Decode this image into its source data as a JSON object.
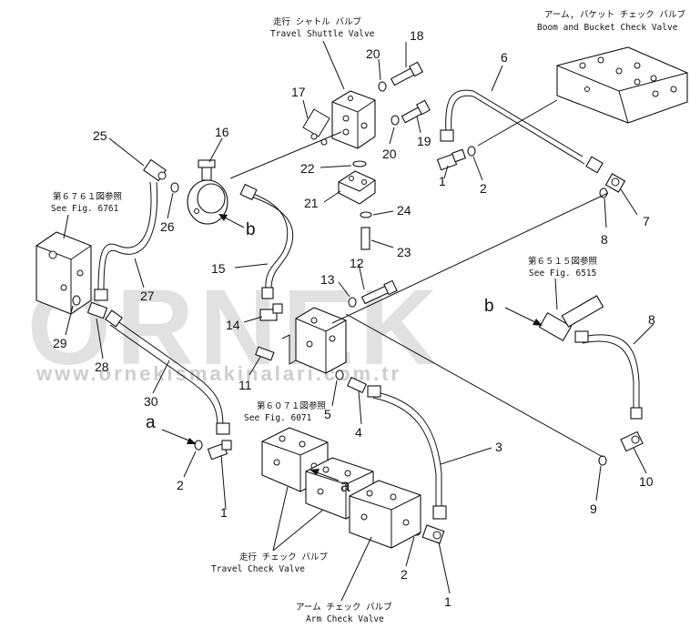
{
  "watermark": {
    "logo_text": "ORNEK",
    "url_text": "www.ornekismakinalari.com.tr"
  },
  "captions": {
    "travel_shuttle_jp": "走行 シャトル バルブ",
    "travel_shuttle_en": "Travel Shuttle Valve",
    "boom_bucket_jp": "アーム, バケット チェック バルブ",
    "boom_bucket_en": "Boom and Bucket Check Valve",
    "fig6761_jp": "第６７６１図参照",
    "fig6761_en": "See Fig. 6761",
    "fig6515_jp": "第６５１５図参照",
    "fig6515_en": "See Fig. 6515",
    "fig6071_jp": "第６０７１図参照",
    "fig6071_en": "See Fig. 6071",
    "travel_check_jp": "走行 チェック バルブ",
    "travel_check_en": "Travel Check Valve",
    "arm_check_jp": "アーム チェック バルブ",
    "arm_check_en": "Arm Check Valve"
  },
  "arrow_labels": {
    "b_top": "b",
    "b_right": "b",
    "a_left": "a",
    "a_center": "a"
  },
  "callouts": {
    "n1a": "1",
    "n1b": "1",
    "n1c": "1",
    "n2a": "2",
    "n2b": "2",
    "n2c": "2",
    "n3": "3",
    "n4": "4",
    "n5": "5",
    "n6": "6",
    "n7": "7",
    "n8a": "8",
    "n8b": "8",
    "n9": "9",
    "n10": "10",
    "n11": "11",
    "n12": "12",
    "n13": "13",
    "n14": "14",
    "n15": "15",
    "n16": "16",
    "n17": "17",
    "n18": "18",
    "n19": "19",
    "n20a": "20",
    "n20b": "20",
    "n21": "21",
    "n22": "22",
    "n23": "23",
    "n24": "24",
    "n25": "25",
    "n26": "26",
    "n27": "27",
    "n28": "28",
    "n29": "29",
    "n30": "30"
  }
}
